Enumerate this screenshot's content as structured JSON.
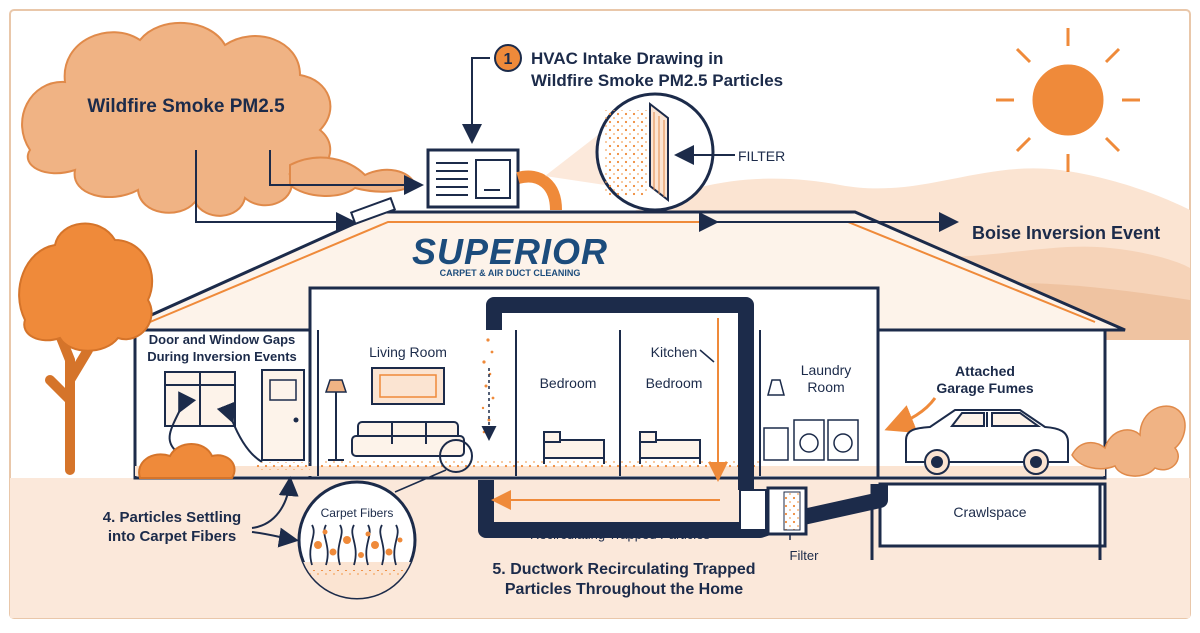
{
  "colors": {
    "navy": "#1c2b4a",
    "orange": "#ef8a3a",
    "peach": "#fbe4d2",
    "cream": "#fdf3ea",
    "brand_blue": "#1f5f9e"
  },
  "labels": {
    "smoke_source": "Wildfire Smoke PM2.5",
    "step1_number": "1",
    "step1_line1": "HVAC Intake Drawing in",
    "step1_line2": "Wildfire Smoke PM2.5 Particles",
    "filter_top": "FILTER",
    "inversion": "Boise Inversion Event",
    "door_window_line1": "Door and Window Gaps",
    "door_window_line2": "During  Inversion Events",
    "living_room": "Living Room",
    "bedroom_1": "Bedroom",
    "kitchen": "Kitchen",
    "bedroom_2": "Bedroom",
    "laundry_line1": "Laundry",
    "laundry_line2": "Room",
    "garage_line1": "Attached",
    "garage_line2": "Garage Fumes",
    "crawlspace": "Crawlspace",
    "recirculating": "Recirculating Trapped Particles",
    "filter_bottom": "Filter",
    "carpet_fibers": "Carpet Fibers",
    "step4_line1": "4. Particles Settling",
    "step4_line2": "into Carpet Fibers",
    "step5_line1": "5. Ductwork Recirculating Trapped",
    "step5_line2": "Particles Throughout the Home"
  },
  "brand": {
    "name": "SUPERIOR",
    "tagline": "CARPET & AIR DUCT CLEANING"
  },
  "icons": [
    "sun-icon",
    "smoke-cloud-icon",
    "hvac-unit-icon",
    "filter-icon",
    "tree-icon",
    "car-icon",
    "exhaust-icon",
    "sofa-icon",
    "bed-icon",
    "lamp-icon",
    "window-icon",
    "door-icon",
    "washer-icon",
    "magnifier-icon"
  ]
}
